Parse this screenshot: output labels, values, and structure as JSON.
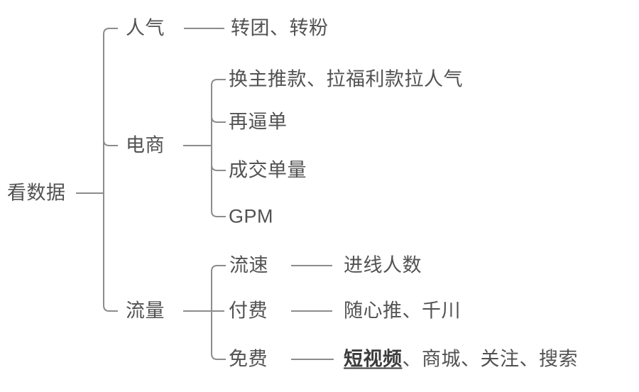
{
  "diagram": {
    "type": "mindmap",
    "colors": {
      "background": "#ffffff",
      "line": "#8c8c8c",
      "text": "#525252",
      "emphasis_text": "#3c3c3c"
    },
    "root": {
      "label": "看数据"
    },
    "branches": [
      {
        "label": "人气",
        "children": [
          {
            "label": "转团、转粉"
          }
        ]
      },
      {
        "label": "电商",
        "children": [
          {
            "label": "换主推款、拉福利款拉人气"
          },
          {
            "label": "再逼单"
          },
          {
            "label": "成交单量"
          },
          {
            "label": "GPM"
          }
        ]
      },
      {
        "label": "流量",
        "children": [
          {
            "label": "流速",
            "children": [
              {
                "label": "进线人数"
              }
            ]
          },
          {
            "label": "付费",
            "children": [
              {
                "label": "随心推、千川"
              }
            ]
          },
          {
            "label": "免费",
            "children": [
              {
                "emphasis": "短视频",
                "rest": "、商城、关注、搜索"
              }
            ]
          }
        ]
      }
    ]
  }
}
